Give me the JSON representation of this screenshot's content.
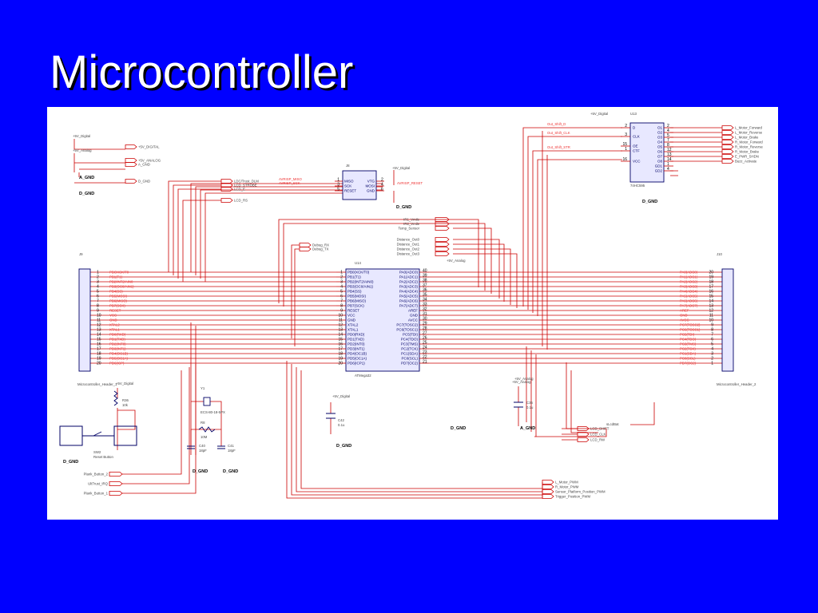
{
  "slide": {
    "title": "Microcontroller",
    "background": "#0000ff"
  },
  "colors": {
    "wire": "#cc0000",
    "body": "#000066",
    "panel": "#ffffff"
  },
  "schematic": {
    "u14": {
      "left_pins": [
        {
          "n": "1",
          "name": "PB0(XCK/T0)"
        },
        {
          "n": "2",
          "name": "PB1(T1)"
        },
        {
          "n": "3",
          "name": "PB2(INT2/AIN0)"
        },
        {
          "n": "4",
          "name": "PB3(OC0/AIN1)"
        },
        {
          "n": "5",
          "name": "PB4(SS)"
        },
        {
          "n": "6",
          "name": "PB5(MOSI)"
        },
        {
          "n": "7",
          "name": "PB6(MISO)"
        },
        {
          "n": "8",
          "name": "PB7(SCK)"
        },
        {
          "n": "9",
          "name": "RESET"
        },
        {
          "n": "10",
          "name": "VCC"
        },
        {
          "n": "11",
          "name": "GND"
        },
        {
          "n": "12",
          "name": "XTAL2"
        },
        {
          "n": "13",
          "name": "XTAL1"
        },
        {
          "n": "14",
          "name": "PD0(RXD)"
        },
        {
          "n": "15",
          "name": "PD1(TXD)"
        },
        {
          "n": "16",
          "name": "PD2(INT0)"
        },
        {
          "n": "17",
          "name": "PD3(INT1)"
        },
        {
          "n": "18",
          "name": "PD4(OC1B)"
        },
        {
          "n": "19",
          "name": "PD5(OC1A)"
        },
        {
          "n": "20",
          "name": "PD6(ICP1)"
        }
      ],
      "right_pins": [
        {
          "n": "40",
          "name": "PA0(ADC0)"
        },
        {
          "n": "39",
          "name": "PA1(ADC1)"
        },
        {
          "n": "38",
          "name": "PA2(ADC2)"
        },
        {
          "n": "37",
          "name": "PA3(ADC3)"
        },
        {
          "n": "36",
          "name": "PA4(ADC4)"
        },
        {
          "n": "35",
          "name": "PA5(ADC5)"
        },
        {
          "n": "34",
          "name": "PA6(ADC6)"
        },
        {
          "n": "33",
          "name": "PA7(ADC7)"
        },
        {
          "n": "32",
          "name": "AREF"
        },
        {
          "n": "31",
          "name": "GND"
        },
        {
          "n": "30",
          "name": "AVCC"
        },
        {
          "n": "29",
          "name": "PC7(TOSC2)"
        },
        {
          "n": "28",
          "name": "PC6(TOSC1)"
        },
        {
          "n": "27",
          "name": "PC5(TDI)"
        },
        {
          "n": "26",
          "name": "PC4(TDO)"
        },
        {
          "n": "25",
          "name": "PC3(TMS)"
        },
        {
          "n": "24",
          "name": "PC2(TCK)"
        },
        {
          "n": "23",
          "name": "PC1(SDA)"
        },
        {
          "n": "22",
          "name": "PC0(SCL)"
        },
        {
          "n": "21",
          "name": "PD7(OC2)"
        }
      ]
    },
    "ref_u14": "U14",
    "part_u14": "ATMega32",
    "ref_u13": "U13",
    "ref_j9": "J9",
    "ref_j8": "J8",
    "ref_j10": "J10",
    "ref_y1": "Y1",
    "ref_r8": "R8",
    "ref_r36": "R36",
    "ref_c40": "C40",
    "ref_c41": "C41",
    "ref_c42": "C42",
    "ref_c35": "C35",
    "ref_sw2": "SW2",
    "y1_part": "ECS-80-18-5PX",
    "r8_val": "10M",
    "r36_val": "10k",
    "c40_val": "18pF",
    "c41_val": "18pF",
    "c42_val": "0.1u",
    "c35_val": "0.1u",
    "sw2_name": "Reset Button",
    "j9_name": "Microcontroller_Header_1",
    "j10_name": "Microcontroller_Header_2",
    "u13_part": "74HC595",
    "u13_left": [
      {
        "n": "2",
        "name": "D"
      },
      {
        "n": "3",
        "name": "CLK"
      },
      {
        "n": "15",
        "name": "OE"
      },
      {
        "n": "1",
        "name": "CTF"
      },
      {
        "n": "16",
        "name": "VCC"
      }
    ],
    "u13_right": [
      {
        "n": "2",
        "name": "O1"
      },
      {
        "n": "4",
        "name": "O2"
      },
      {
        "n": "5",
        "name": "O3"
      },
      {
        "n": "7",
        "name": "O4"
      },
      {
        "n": "8",
        "name": "O5"
      },
      {
        "n": "12",
        "name": "O6"
      },
      {
        "n": "13",
        "name": "O7"
      },
      {
        "n": "14",
        "name": "O8"
      },
      {
        "n": "1",
        "name": "GD1"
      },
      {
        "n": "4",
        "name": "GD2"
      }
    ],
    "u13_in_labels": [
      "Out_Shift_D",
      "Out_Shift_CLK",
      "Out_Shift_STR"
    ],
    "u13_out_labels": [
      "L_Motor_Forward",
      "L_Motor_Reverse",
      "L_Motor_Brake",
      "R_Motor_Forward",
      "R_Motor_Reverse",
      "R_Motor_Brake",
      "E_PWR_SHDN",
      "Buzz_Activate"
    ],
    "j8_pins": [
      {
        "name": "MISO",
        "n": "1"
      },
      {
        "name": "SCK",
        "n": "3"
      },
      {
        "name": "RESET",
        "n": "5"
      },
      {
        "name": "VTG",
        "n": "2"
      },
      {
        "name": "MOSI",
        "n": "4"
      },
      {
        "name": "GND",
        "n": "6"
      }
    ],
    "j8_side_labels": [
      "AVRISP_MISO",
      "AVRISP_SCK"
    ],
    "j8_reset_label": "AVRISP_RESET",
    "power_labels": [
      "+5V_Digital",
      "+5V_Analog"
    ],
    "power_nets": [
      "+5V_DIGITAL",
      "+5V_ANALOG",
      "A_GND",
      "D_GND"
    ],
    "ground_label_a": "A_GND",
    "ground_label_d": "D_GND",
    "lcd_ports": [
      "LDC/Trust_DLM",
      "LCD_STROBE",
      "LCD_E",
      "LCD_RS"
    ],
    "ir_ports": [
      "IR1_Vmile",
      "IR2_Vmile",
      "Temp_Sensor"
    ],
    "distance_ports": [
      "Distance_Out0",
      "Distance_Out1",
      "Distance_Out2",
      "Distance_Out3"
    ],
    "debug_ports": [
      "Debug_RX",
      "Debug_TX"
    ],
    "lcd_data_label": "sLcdBat",
    "lcd_data_ports": [
      "LCD_SHIFT",
      "LCD_CLK",
      "LCD_RW"
    ],
    "bottom_left_ports": [
      "Plank_Button_2",
      "UltTrust_IRQ",
      "Plank_Button_1"
    ],
    "pwm_ports": [
      "L_Motor_PWM",
      "R_Motor_PWM",
      "Sensor_Platform_Position_PWM",
      "Trigger_Position_PWM"
    ],
    "j9_nets": [
      "PBOXCK/T0",
      "PB1(T1)",
      "PB2/INT2/AIN0",
      "PB3(OC0/AIN1)",
      "PB4(SS)",
      "PB5(MOSI)",
      "PB6(MISO)",
      "PB7(SCK)",
      "RESET",
      "VCC",
      "GND",
      "XTAL2",
      "XTAL1",
      "PD0(RXD)",
      "PD1(TXD)",
      "PD2(INT0)",
      "PD3(INT1)",
      "PD4(OC1B)",
      "PD5(OC1A)",
      "PD6(ICP)"
    ],
    "j10_nets": [
      "PA0(ADC0)",
      "PA1(ADC1)",
      "PA2(ADC2)",
      "PA3(ADC3)",
      "PA4(ADC4)",
      "PA5(ADC5)",
      "PA6(ADC6)",
      "PA7(ADC7)",
      "AREF",
      "GND",
      "AVCC",
      "PC7(TOSC2)",
      "PC6(TOSC1)",
      "PC5(TDI)",
      "PC4(TDO)",
      "PC3(TMS)",
      "PC2(TCK)",
      "PC1(SDA)",
      "PC0(SCL)",
      "PD7(OC2)"
    ],
    "j10_pin_numbers": [
      "20",
      "19",
      "18",
      "17",
      "16",
      "15",
      "14",
      "13",
      "12",
      "11",
      "10",
      "9",
      "8",
      "7",
      "6",
      "5",
      "4",
      "3",
      "2",
      "1"
    ]
  }
}
